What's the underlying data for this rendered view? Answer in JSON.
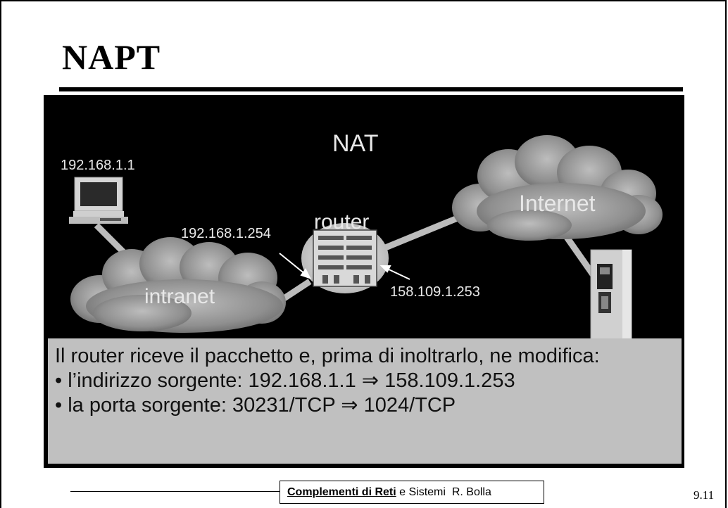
{
  "slide": {
    "title": "NAPT"
  },
  "diagram": {
    "nat_label": "NAT",
    "host_ip": "192.168.1.1",
    "router_label": "router",
    "router_inner_ip": "192.168.1.254",
    "router_outer_ip": "158.109.1.253",
    "intranet_label": "intranet",
    "internet_label": "Internet"
  },
  "caption": {
    "intro": "Il router riceve il pacchetto e, prima di inoltrarlo, ne modifica:",
    "bullets": [
      "l’indirizzo sorgente: 192.168.1.1 ⇒ 158.109.1.253",
      "la porta sorgente: 30231/TCP ⇒ 1024/TCP"
    ]
  },
  "footer": {
    "course": "Complementi di Reti",
    "rest": " e Sistemi  R. Bolla",
    "page": "9.11"
  }
}
